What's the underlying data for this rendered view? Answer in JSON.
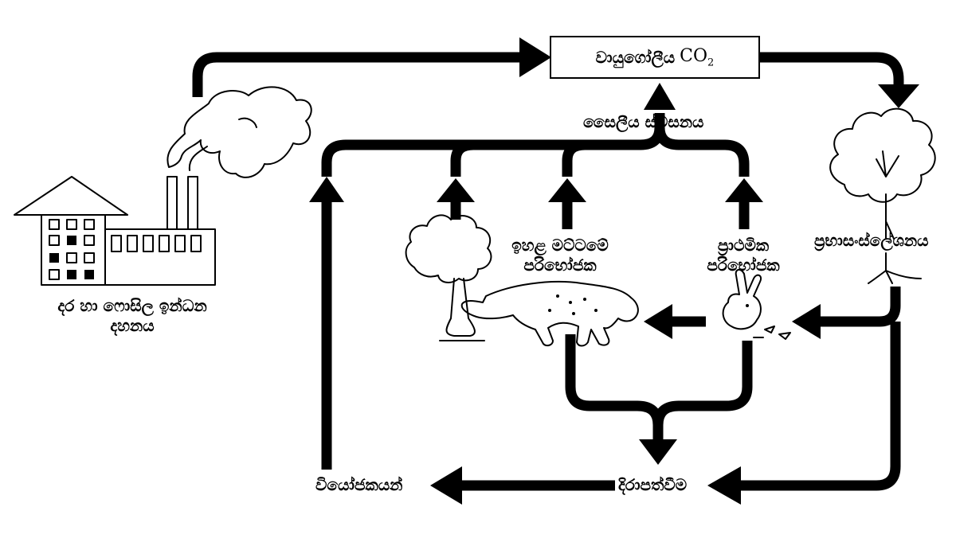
{
  "labels": {
    "atmosphere_text": "වායුගෝලීය",
    "atmosphere_formula": "CO",
    "atmosphere_subscript": "2",
    "cellular_respiration": "සෛලීය ස්වසනය",
    "photosynthesis": "ප්‍රභාසංස්ලේශනය",
    "combustion_line1": "දර හා ෆොසිල ඉන්ධන",
    "combustion_line2": "දහනය",
    "higher_consumers_line1": "ඉහළ මට්ටමේ",
    "higher_consumers_line2": "පරිභෝජක",
    "primary_consumers_line1": "ප්‍රාථමික",
    "primary_consumers_line2": "පරිභෝජක",
    "decomposers": "වියෝජකයන්",
    "decay": "දිරාපත්වීම"
  },
  "colors": {
    "stroke": "#000000",
    "background": "#ffffff"
  },
  "icons": [
    "factory-icon",
    "smoke-icon",
    "tree-icon",
    "leopard-icon",
    "rabbit-icon"
  ]
}
